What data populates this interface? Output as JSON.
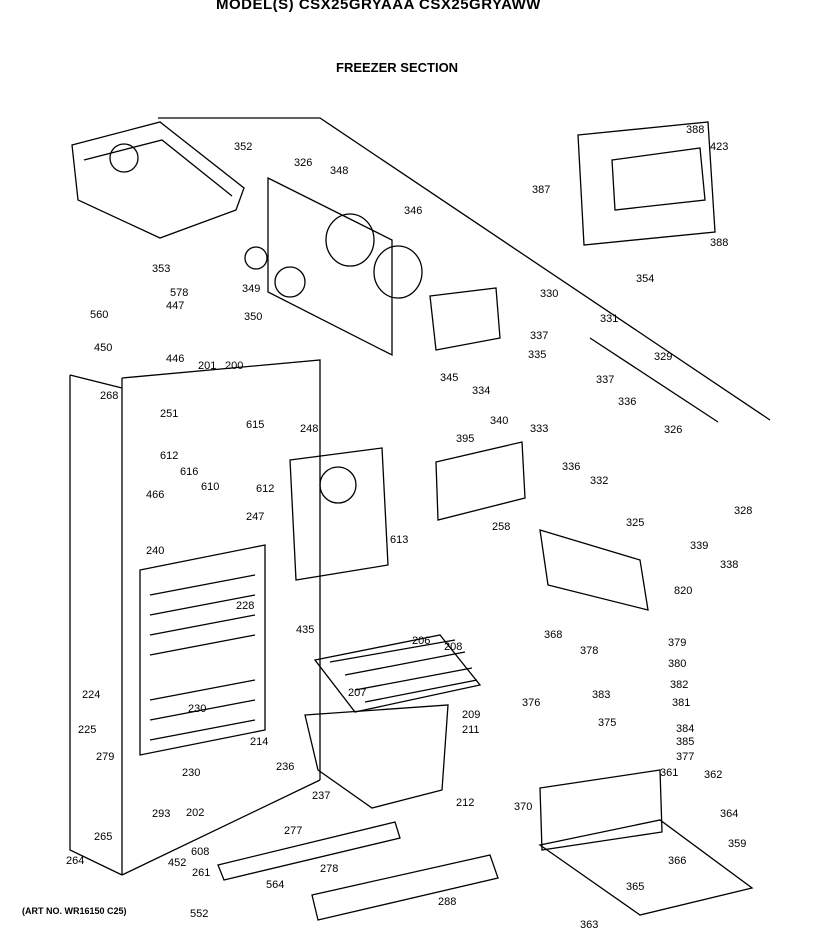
{
  "header": {
    "model_title": "MODEL(S) CSX25GRYAAA  CSX25GRYAWW",
    "section_title": "FREEZER SECTION"
  },
  "footer": {
    "art_number": "(ART NO. WR16150 C25)"
  },
  "parts": [
    "352",
    "326",
    "348",
    "346",
    "353",
    "349",
    "350",
    "578",
    "447",
    "560",
    "450",
    "446",
    "201",
    "200",
    "268",
    "251",
    "612",
    "616",
    "610",
    "615",
    "248",
    "612",
    "466",
    "247",
    "613",
    "240",
    "228",
    "435",
    "345",
    "334",
    "340",
    "330",
    "331",
    "337",
    "335",
    "333",
    "337",
    "336",
    "336",
    "332",
    "326",
    "325",
    "329",
    "354",
    "328",
    "339",
    "338",
    "395",
    "258",
    "820",
    "368",
    "387",
    "388",
    "423",
    "388",
    "378",
    "379",
    "380",
    "382",
    "381",
    "383",
    "384",
    "385",
    "377",
    "376",
    "375",
    "206",
    "208",
    "207",
    "209",
    "211",
    "212",
    "237",
    "236",
    "224",
    "225",
    "279",
    "230",
    "230",
    "214",
    "202",
    "293",
    "265",
    "264",
    "608",
    "452",
    "261",
    "552",
    "277",
    "278",
    "564",
    "288",
    "361",
    "362",
    "370",
    "364",
    "366",
    "359",
    "365",
    "363"
  ]
}
